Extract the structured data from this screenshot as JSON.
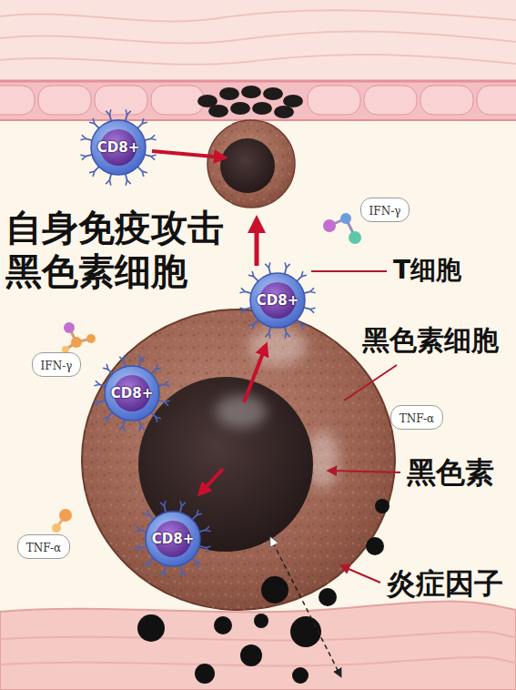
{
  "diagram": {
    "title": "自身免疫攻击 黑色素细胞",
    "nodes": [
      {
        "text": [
          "CD8+"
        ]
      },
      {
        "text": [
          "IFN-γ"
        ]
      },
      {
        "text": [
          "CD8+"
        ]
      },
      {
        "text": [
          "IFN-γ"
        ]
      },
      {
        "text": [
          "CD8+"
        ]
      },
      {
        "text": [
          "TNF-α"
        ]
      },
      {
        "text": [
          "CD8+"
        ]
      },
      {
        "text": [
          "TNF-α"
        ]
      }
    ],
    "labels": [
      "T细胞",
      "黑色素细胞",
      "黑色素",
      "炎症因子"
    ]
  }
}
